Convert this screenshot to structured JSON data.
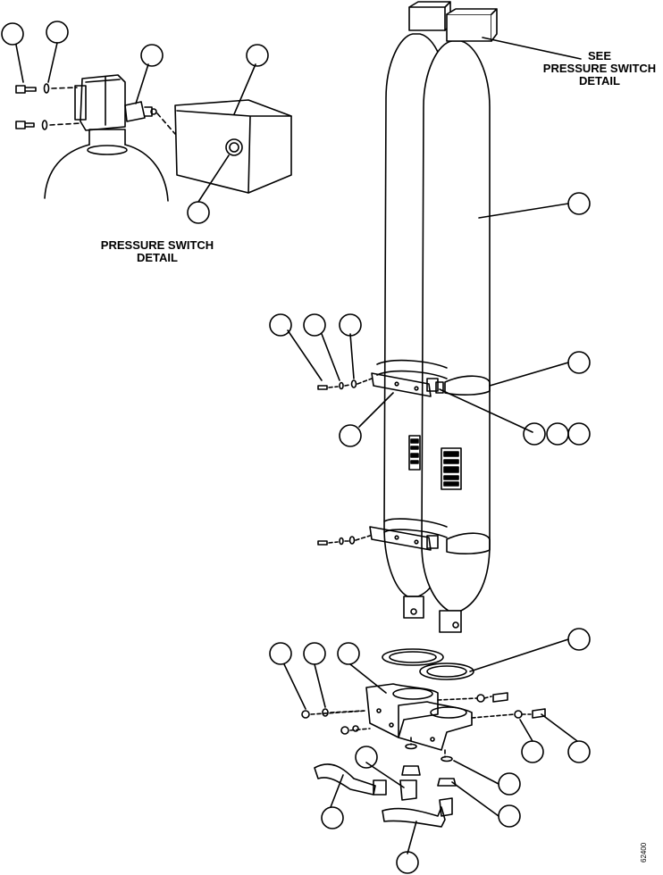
{
  "labels": {
    "see_line1": "SEE",
    "see_line2": "PRESSURE SWITCH",
    "see_line3": "DETAIL",
    "detail_line1": "PRESSURE SWITCH",
    "detail_line2": "DETAIL"
  },
  "figure_number": "62400",
  "icons": {
    "callout": "blank-callout-circle",
    "accumulator": "accumulator-cylinder",
    "pressure_switch": "pressure-switch-box",
    "clamp": "cylinder-clamp-band",
    "bracket": "mounting-bracket",
    "hose": "hydraulic-hose"
  }
}
